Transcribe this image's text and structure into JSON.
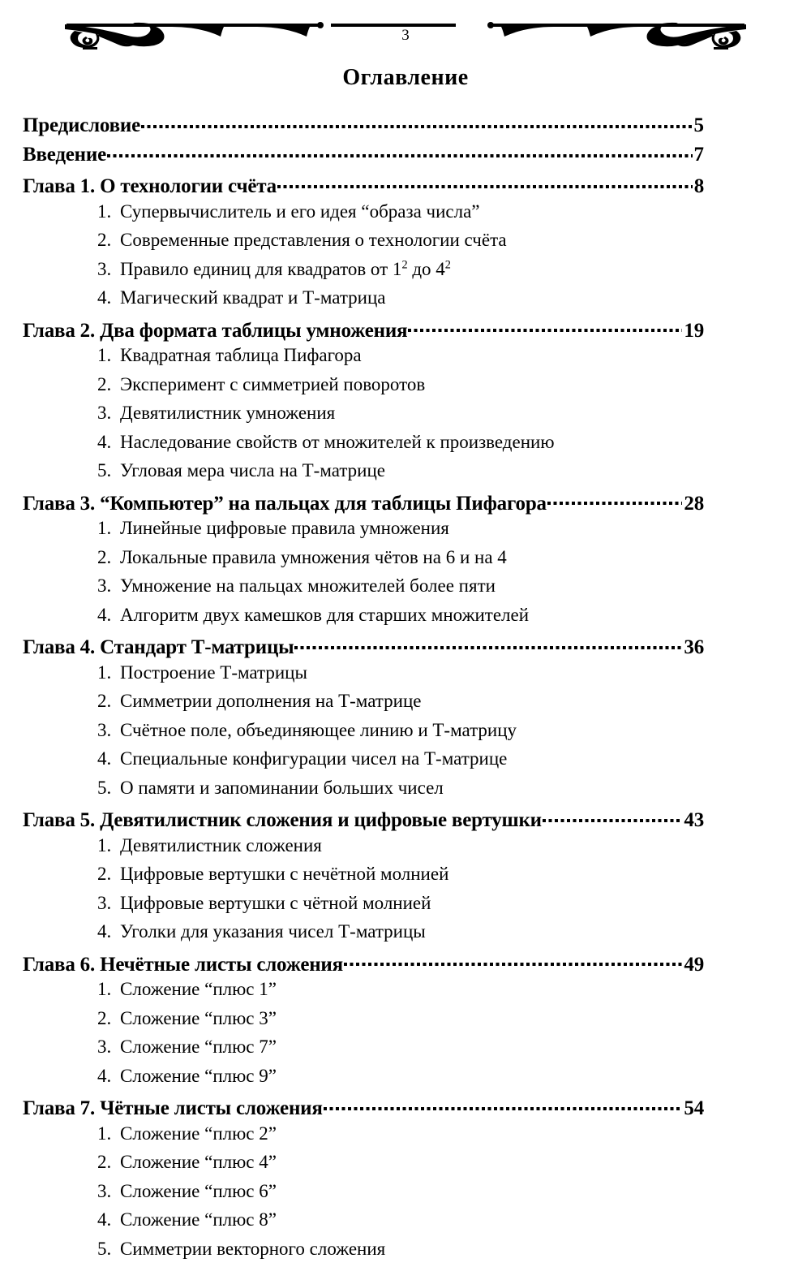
{
  "page": {
    "number": "3",
    "title": "Оглавление",
    "ornament_icon": "ornamental-divider-icon"
  },
  "toc": {
    "entries": [
      {
        "kind": "front",
        "title": "Предисловие",
        "page": "5",
        "items": []
      },
      {
        "kind": "front",
        "title": "Введение",
        "page": "7",
        "items": []
      },
      {
        "kind": "chapter",
        "label": "Глава 1.",
        "title": "О технологии счёта",
        "page": "8",
        "items": [
          {
            "num": "1.",
            "text": "Супервычислитель и его идея “образа числа”"
          },
          {
            "num": "2.",
            "text": "Современные представления о технологии счёта"
          },
          {
            "num": "3.",
            "text": "Правило единиц  для  квадратов от 1",
            "sup1": "2",
            "text2": " до 4",
            "sup2": "2"
          },
          {
            "num": "4.",
            "text": "Магический квадрат и Т-матрица"
          }
        ]
      },
      {
        "kind": "chapter",
        "label": "Глава 2.",
        "title": "Два формата таблицы умножения",
        "page": "19",
        "items": [
          {
            "num": "1.",
            "text": "Квадратная таблица Пифагора"
          },
          {
            "num": "2.",
            "text": "Эксперимент с симметрией поворотов"
          },
          {
            "num": "3.",
            "text": "Девятилистник умножения"
          },
          {
            "num": "4.",
            "text": "Наследование свойств от множителей к произведению"
          },
          {
            "num": "5.",
            "text": "Угловая мера числа на Т-матрице"
          }
        ]
      },
      {
        "kind": "chapter",
        "label": "Глава 3.",
        "title": "“Компьютер” на пальцах для таблицы Пифагора",
        "page": "28",
        "items": [
          {
            "num": "1.",
            "text": "Линейные цифровые правила умножения"
          },
          {
            "num": "2.",
            "text": "Локальные правила умножения чётов на 6 и на 4"
          },
          {
            "num": "3.",
            "text": "Умножение на пальцах множителей более пяти"
          },
          {
            "num": "4.",
            "text": "Алгоритм двух камешков для старших множителей"
          }
        ]
      },
      {
        "kind": "chapter",
        "label": "Глава 4.",
        "title": "Стандарт Т-матрицы",
        "page": "36",
        "items": [
          {
            "num": "1.",
            "text": "Построение Т-матрицы"
          },
          {
            "num": "2.",
            "text": "Симметрии дополнения на Т-матрице"
          },
          {
            "num": "3.",
            "text": "Счётное поле, объединяющее линию и Т-матрицу"
          },
          {
            "num": "4.",
            "text": "Специальные конфигурации чисел на Т-матрице"
          },
          {
            "num": "5.",
            "text": "О памяти и запоминании больших чисел"
          }
        ]
      },
      {
        "kind": "chapter",
        "label": "Глава 5.",
        "title": "Девятилистник сложения и цифровые вертушки",
        "page": "43",
        "items": [
          {
            "num": "1.",
            "text": "Девятилистник сложения"
          },
          {
            "num": "2.",
            "text": "Цифровые вертушки с нечётной молнией"
          },
          {
            "num": "3.",
            "text": "Цифровые вертушки с чётной молнией"
          },
          {
            "num": "4.",
            "text": "Уголки для указания чисел Т-матрицы"
          }
        ]
      },
      {
        "kind": "chapter",
        "label": "Глава 6.",
        "title": "Нечётные листы сложения",
        "page": "49",
        "items": [
          {
            "num": "1.",
            "text": "Сложение “плюс 1”"
          },
          {
            "num": "2.",
            "text": "Сложение “плюс 3”"
          },
          {
            "num": "3.",
            "text": "Сложение “плюс 7”"
          },
          {
            "num": "4.",
            "text": "Сложение “плюс 9”"
          }
        ]
      },
      {
        "kind": "chapter",
        "label": "Глава 7.",
        "title": "Чётные листы сложения",
        "page": "54",
        "items": [
          {
            "num": "1.",
            "text": "Сложение “плюс 2”"
          },
          {
            "num": "2.",
            "text": "Сложение “плюс 4”"
          },
          {
            "num": "3.",
            "text": "Сложение “плюс 6”"
          },
          {
            "num": "4.",
            "text": "Сложение “плюс 8”"
          },
          {
            "num": "5.",
            "text": "Симметрии векторного сложения"
          }
        ]
      }
    ]
  }
}
